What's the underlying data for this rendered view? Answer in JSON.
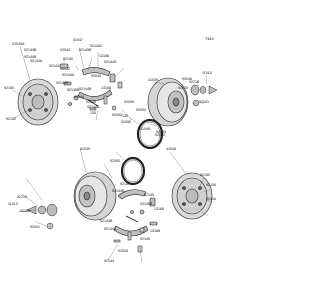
{
  "diagram_code": "T44X",
  "part_labels": [
    "41049A",
    "41047",
    "92144C",
    "92043",
    "92145B",
    "92144B",
    "13168",
    "92150",
    "92144D",
    "92144",
    "49052",
    "92043",
    "92144A",
    "92144B",
    "92145B",
    "92144",
    "92144B",
    "13168",
    "92059",
    "92093",
    "130",
    "41039",
    "92046",
    "92200",
    "11012",
    "92041",
    "92210",
    "92150",
    "92144B",
    "92144A",
    "92150",
    "41048",
    "92043",
    "92145",
    "92144B",
    "130",
    "92093",
    "92002",
    "92055",
    "41048",
    "92150",
    "92144",
    "92144B",
    "92145",
    "13168",
    "92093",
    "41039",
    "92210",
    "92200",
    "11012",
    "92041",
    "92150",
    "92144",
    "92145B",
    "92144A",
    "92144B",
    "13168",
    "92043",
    "92145",
    "92144"
  ]
}
